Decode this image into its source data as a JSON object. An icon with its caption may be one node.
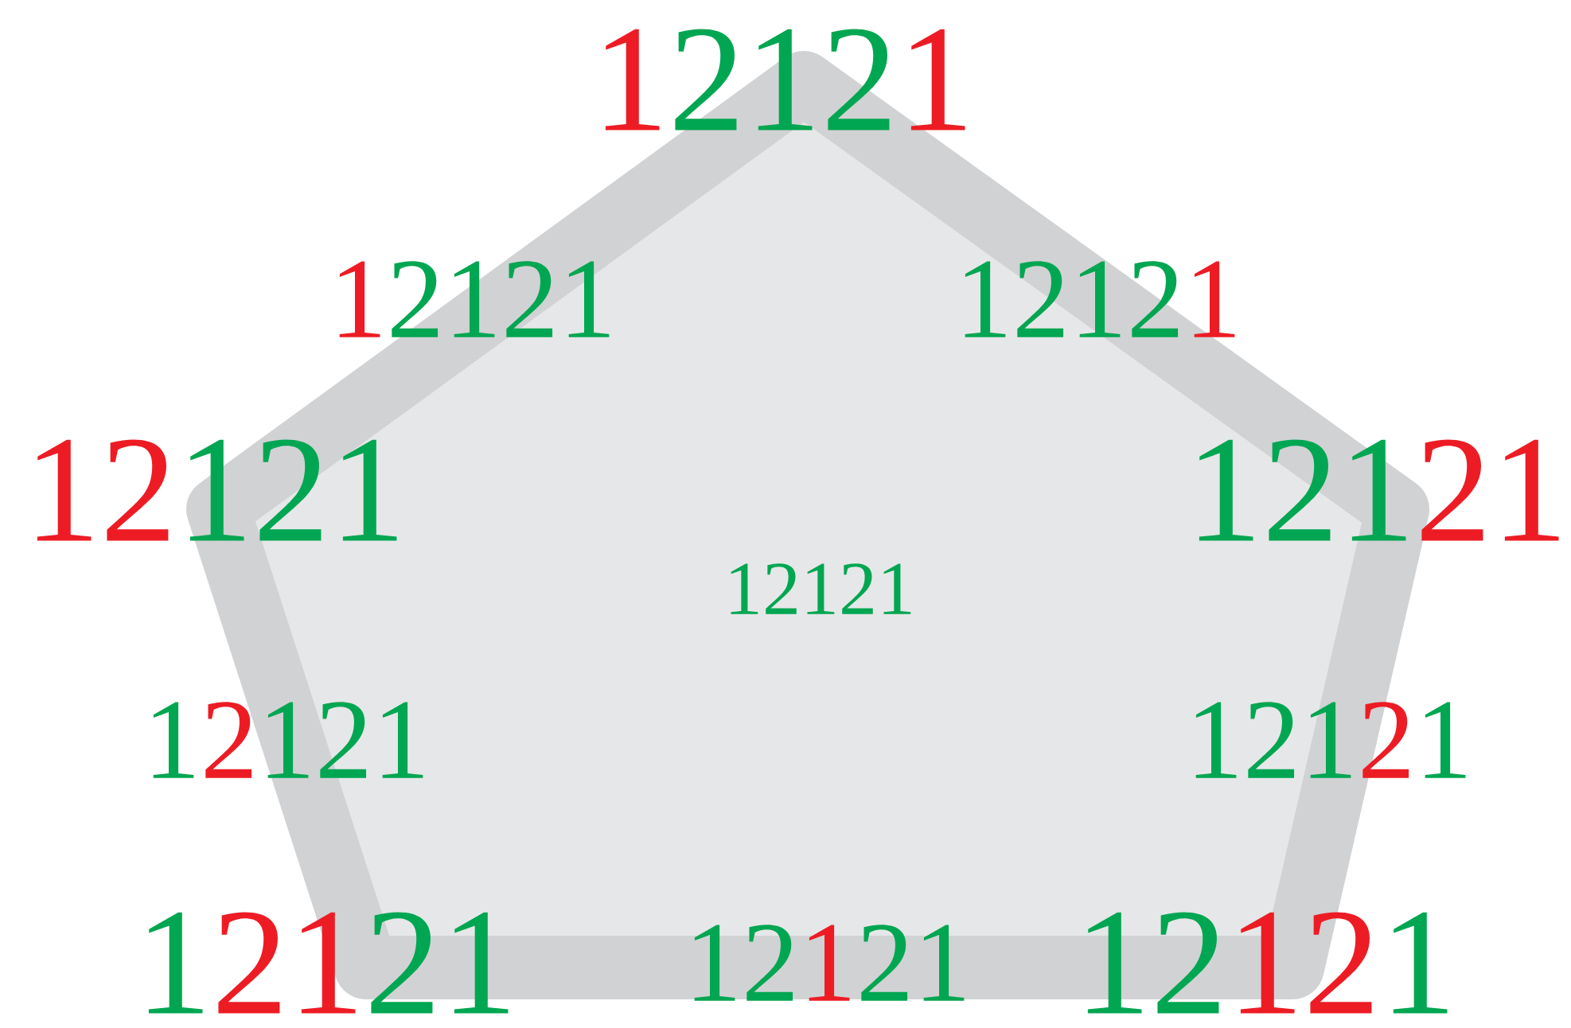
{
  "diagram": {
    "nodes": [
      {
        "text": [
          "12121"
        ]
      }
    ],
    "labels": [
      "12121",
      "12121",
      "12121",
      "12121",
      "12121",
      "12121",
      "12121",
      "12121",
      "12121",
      "12121"
    ]
  }
}
